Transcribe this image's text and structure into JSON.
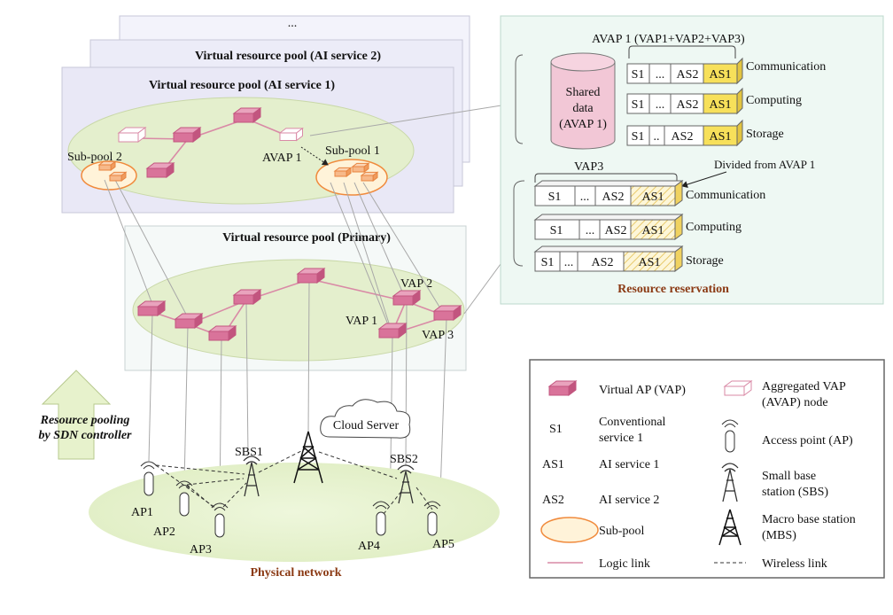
{
  "pools": {
    "ellipsis": "...",
    "ai2_title": "Virtual resource pool (AI service 2)",
    "ai1_title": "Virtual resource pool (AI service 1)",
    "primary_title": "Virtual resource pool (Primary)",
    "subpool1": "Sub-pool 1",
    "subpool2": "Sub-pool 2",
    "avap1": "AVAP 1",
    "vap1": "VAP 1",
    "vap2": "VAP 2",
    "vap3": "VAP 3"
  },
  "reservation": {
    "avap_title": "AVAP 1 (VAP1+VAP2+VAP3)",
    "shared_line1": "Shared",
    "shared_line2": "data",
    "shared_line3": "(AVAP 1)",
    "vap3_title": "VAP3",
    "divided_note": "Divided from AVAP 1",
    "footer": "Resource reservation",
    "rows": [
      "Communication",
      "Computing",
      "Storage"
    ],
    "cells": [
      "S1",
      "...",
      "AS2",
      "AS1"
    ],
    "cells_storage_avap": [
      "S1",
      "..",
      "AS2",
      "AS1"
    ]
  },
  "physical": {
    "cloud": "Cloud Server",
    "sbs1": "SBS1",
    "sbs2": "SBS2",
    "aps": [
      "AP1",
      "AP2",
      "AP3",
      "AP4",
      "AP5"
    ],
    "footer": "Physical network"
  },
  "pooling": {
    "line1": "Resource pooling",
    "line2": "by SDN controller"
  },
  "legend": {
    "vap": "Virtual AP (VAP)",
    "avap_line1": "Aggregated VAP",
    "avap_line2": "(AVAP) node",
    "s1_sym": "S1",
    "s1_line1": "Conventional",
    "s1_line2": "service 1",
    "ap": "Access point (AP)",
    "as1_sym": "AS1",
    "as1": "AI service 1",
    "sbs_line1": "Small base",
    "sbs_line2": "station (SBS)",
    "as2_sym": "AS2",
    "as2": "AI service 2",
    "mbs_line1": "Macro base station",
    "mbs_line2": "(MBS)",
    "subpool": "Sub-pool",
    "logic": "Logic link",
    "wireless": "Wireless link"
  },
  "colors": {
    "vap_top": "#e9a3bd",
    "vap_front": "#d9739a",
    "vap_side": "#c2557f",
    "logic_link": "#d98aa6",
    "pool_ellipse": "#e8f2d2",
    "subpool_fill": "#fff3d9",
    "subpool_stroke": "#f08a3c",
    "as1_fill": "#f7e05a",
    "shared_fill": "#f2c7d6",
    "reservation_bg": "#eef8f3",
    "brown_text": "#8b3a14"
  }
}
